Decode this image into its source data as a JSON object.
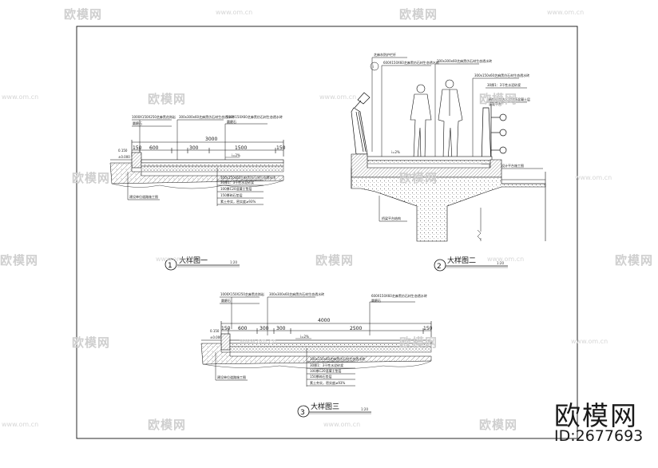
{
  "watermark": {
    "brand": "欧模网",
    "url": "www.om.cn"
  },
  "branding": {
    "site": "欧模网",
    "id": "ID:2677693"
  },
  "detail1": {
    "number": "1",
    "title": "大样图一",
    "scale": "1:20",
    "top_labels": [
      "1000X150X250芝麻黑花岗岩",
      "300x300x60芝麻黑仿石材生态透水砖",
      "600X150X60芝麻黑仿石材生态透水砖"
    ],
    "top_sub_labels": [
      "圆磨石",
      "圆磨石"
    ],
    "dims_top": [
      "3000"
    ],
    "dims": [
      "150",
      "600",
      "300",
      "1500",
      "150"
    ],
    "elev": [
      "0.150",
      "±0.000"
    ],
    "slope": "i=2%",
    "layers": [
      "300x150x60芝麻黑仿石材生态透水砖",
      "30厚1：3干性水泥砂浆",
      "100厚C20混凝土垫层",
      "150厚碎石垫层",
      "素土夯实，密实度≥93%"
    ],
    "left_note": "建设单位道路施工图"
  },
  "detail2": {
    "number": "2",
    "title": "大样图二",
    "scale": "1:20",
    "top_labels": [
      "芝麻灰防护栏杆",
      "600X150X60芝麻黑仿石材生态透水砖",
      "300x300x60芝麻黑仿石材生态透水砖",
      "300x150x60芝麻黑仿石材生态透水砖"
    ],
    "right_labels": [
      "30厚1：3干性水泥砂浆",
      "植物砂浆防水层钢筋混凝土层",
      "景观平台",
      "道路桥梁设计平台施工图"
    ],
    "slope": "i=2%",
    "bottom_label": "桥梁平台结构"
  },
  "detail3": {
    "number": "3",
    "title": "大样图三",
    "scale": "1:20",
    "top_labels": [
      "1000X150X250芝麻黑花岗岩",
      "300x300x60芝麻黑仿石材生态透水砖",
      "600X150X60芝麻黑仿石材生态透水砖"
    ],
    "top_sub_labels": [
      "圆磨石",
      "圆磨石"
    ],
    "dims_top": [
      "4000"
    ],
    "dims": [
      "150",
      "600",
      "300",
      "300",
      "2500",
      "150"
    ],
    "elev": [
      "0.150",
      "±0.000"
    ],
    "slope": "i=2%",
    "layers": [
      "300x150x60芝麻黑仿石材生态透水砖",
      "30厚1：3干性水泥砂浆",
      "100厚C20混凝土垫层",
      "150厚碎石垫层",
      "素土夯实，密实度≥93%"
    ],
    "left_note": "建设单位道路施工图"
  }
}
